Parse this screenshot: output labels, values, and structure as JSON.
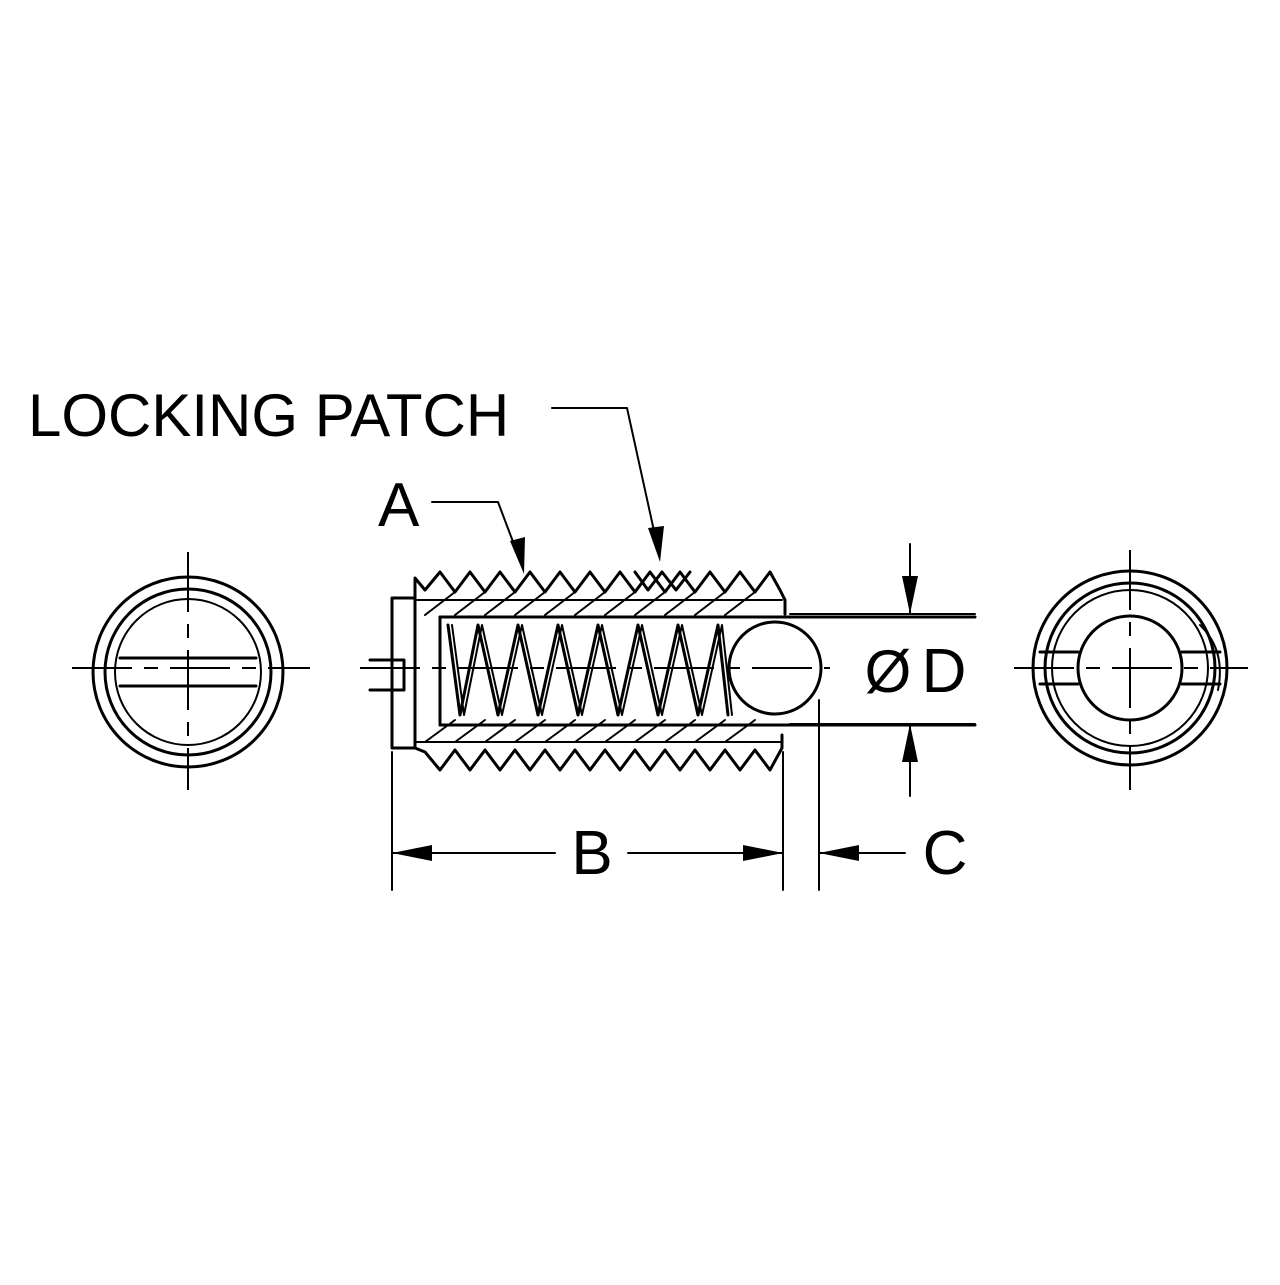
{
  "labels": {
    "locking_patch": "LOCKING PATCH",
    "a": "A",
    "b": "B",
    "c": "C",
    "d": "D",
    "diameter_symbol": "Ø"
  }
}
